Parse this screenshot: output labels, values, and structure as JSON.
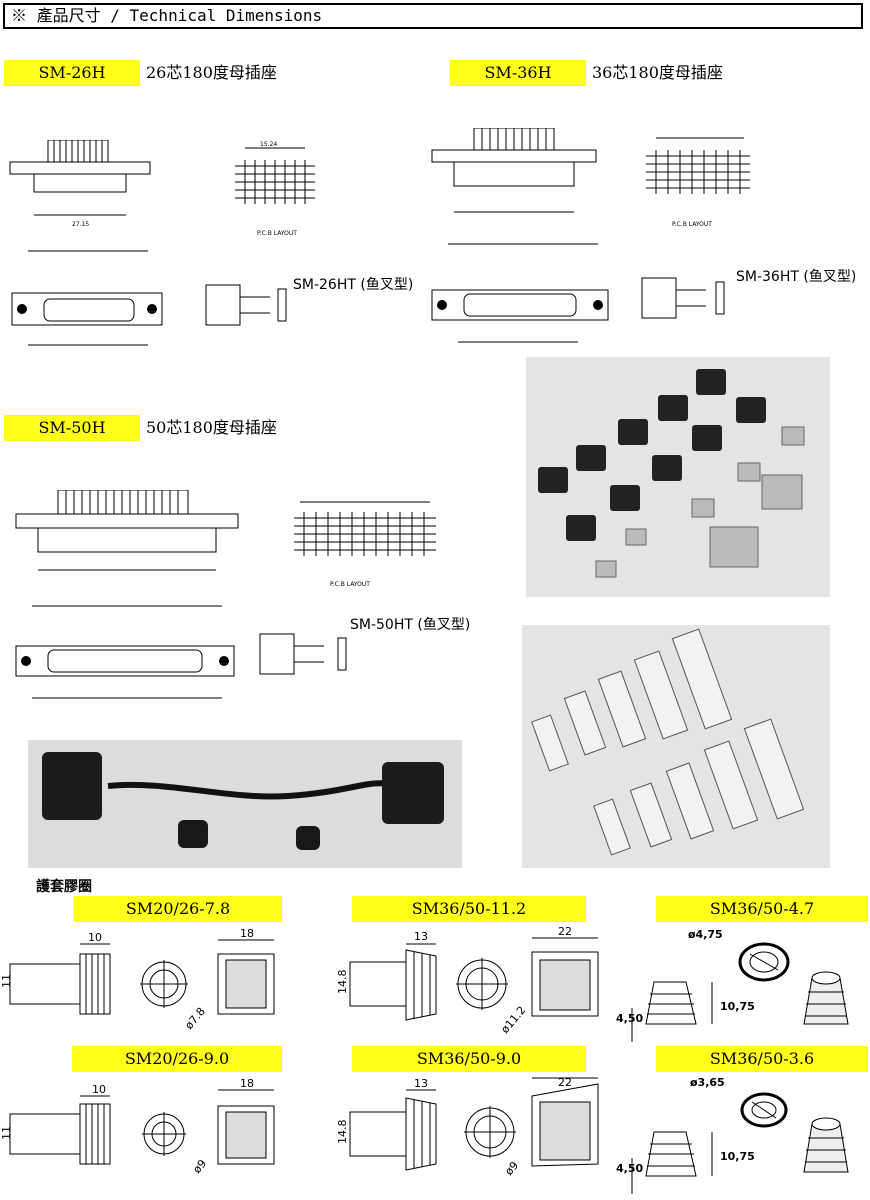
{
  "header": {
    "title": "※ 產品尺寸 / Technical Dimensions"
  },
  "products": [
    {
      "code": "SM-26H",
      "desc": "26芯180度母插座",
      "ht_label": "SM-26HT (鱼叉型)"
    },
    {
      "code": "SM-36H",
      "desc": "36芯180度母插座",
      "ht_label": "SM-36HT (鱼叉型)"
    },
    {
      "code": "SM-50H",
      "desc": "50芯180度母插座",
      "ht_label": "SM-50HT (鱼叉型)"
    }
  ],
  "pcb_label": "P.C.B LAYOUT",
  "boot_section": {
    "title": "護套膠圈"
  },
  "boots": [
    {
      "code": "SM20/26-7.8",
      "w": "10",
      "len": "18",
      "h": "11",
      "dia": "ø7.8"
    },
    {
      "code": "SM36/50-11.2",
      "w": "13",
      "len": "22",
      "h": "14.8",
      "dia": "ø11.2"
    },
    {
      "code": "SM36/50-4.7",
      "top_dia": "ø4,75",
      "height": "10,75",
      "base": "4,50"
    },
    {
      "code": "SM20/26-9.0",
      "w": "10",
      "len": "18",
      "h": "11",
      "dia": "ø9"
    },
    {
      "code": "SM36/50-9.0",
      "w": "13",
      "len": "22",
      "h": "14.8",
      "dia": "ø9"
    },
    {
      "code": "SM36/50-3.6",
      "top_dia": "ø3,65",
      "height": "10,75",
      "base": "4,50"
    }
  ]
}
